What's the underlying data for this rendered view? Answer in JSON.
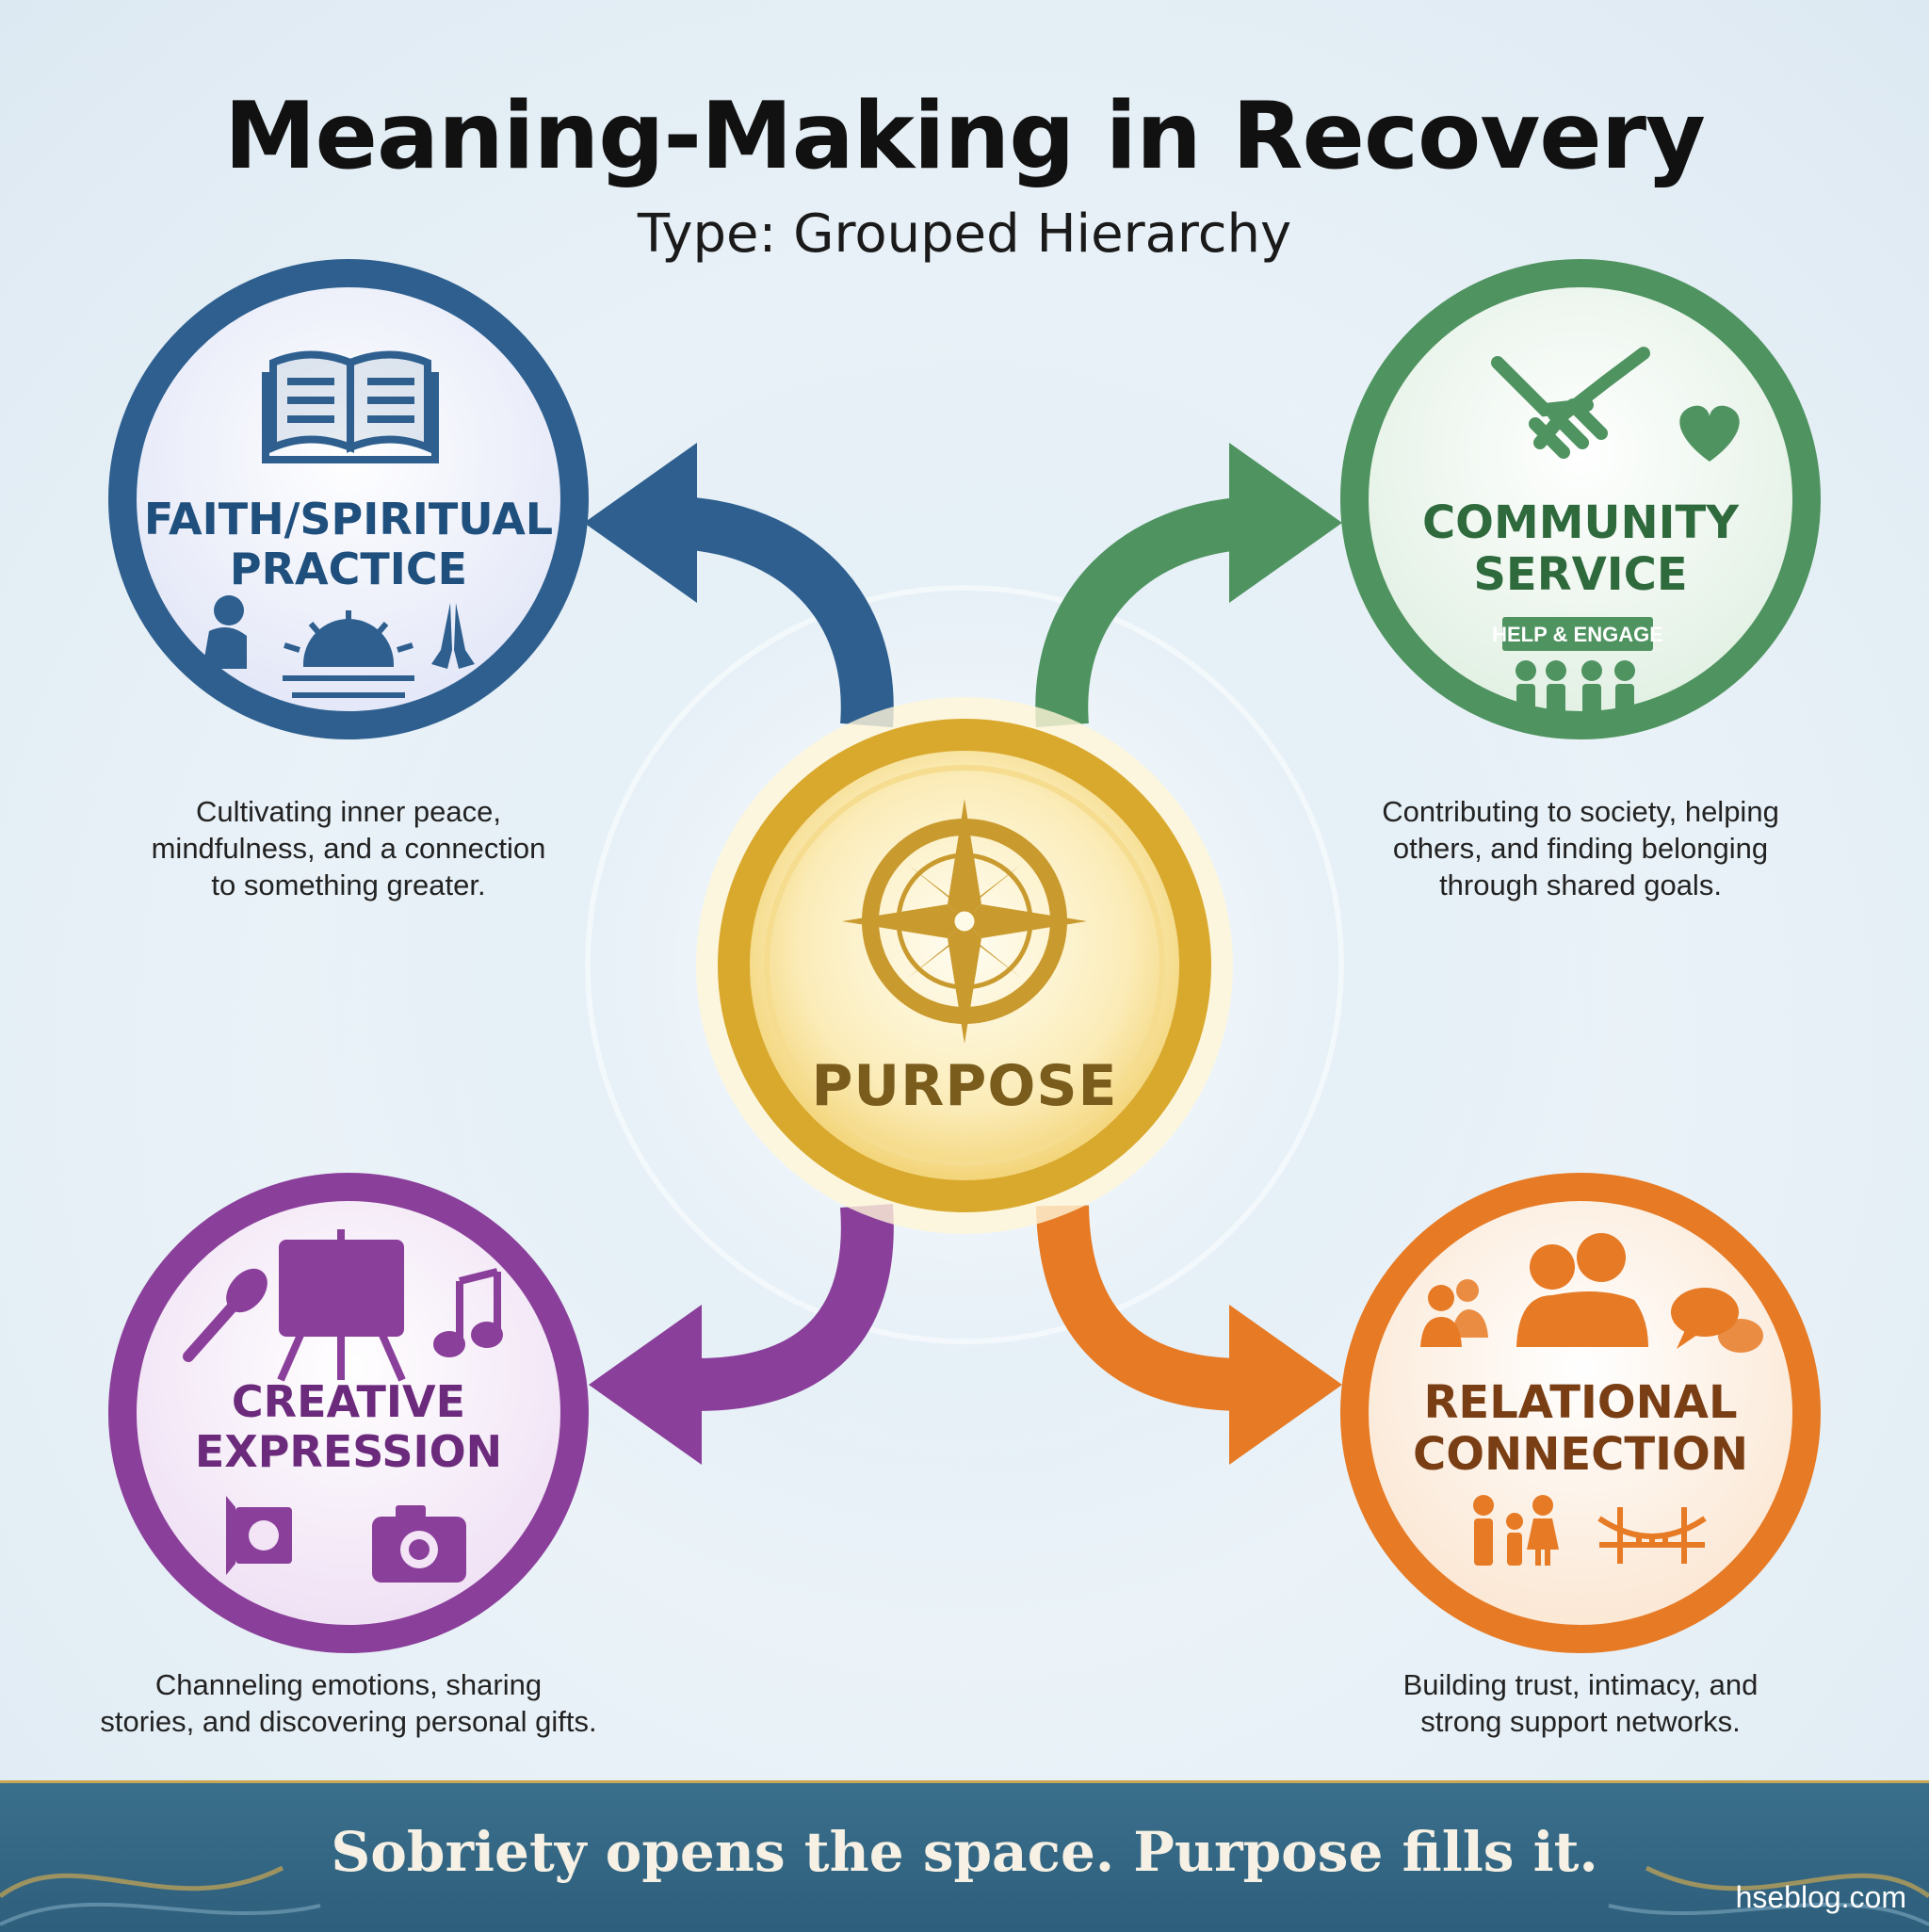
{
  "header": {
    "title": "Meaning-Making in Recovery",
    "subtitle": "Type: Grouped Hierarchy"
  },
  "center": {
    "label": "PURPOSE",
    "icon": "compass-icon",
    "color": "#d9a92e"
  },
  "nodes": {
    "faith": {
      "line1": "FAITH/SPIRITUAL",
      "line2": "PRACTICE",
      "desc_lines": [
        "Cultivating inner peace,",
        "mindfulness, and a connection",
        "to something greater."
      ],
      "color": "#2e5f8f",
      "icons": [
        "book-icon",
        "praying-person-icon",
        "sunrise-icon",
        "praying-hands-icon"
      ]
    },
    "community": {
      "line1": "COMMUNITY",
      "line2": "SERVICE",
      "badge": "HELP & ENGAGE",
      "desc_lines": [
        "Contributing to society, helping",
        "others, and finding belonging",
        "through shared goals."
      ],
      "color": "#4f9360",
      "icons": [
        "handshake-icon",
        "heart-icon",
        "people-group-icon"
      ]
    },
    "creative": {
      "line1": "CREATIVE",
      "line2": "EXPRESSION",
      "desc_lines": [
        "Channeling emotions, sharing",
        "stories, and discovering personal gifts."
      ],
      "color": "#8a3f9a",
      "icons": [
        "paintbrush-icon",
        "easel-icon",
        "music-note-icon",
        "spotlight-icon",
        "camera-icon"
      ]
    },
    "relational": {
      "line1": "RELATIONAL",
      "line2": "CONNECTION",
      "desc_lines": [
        "Building trust, intimacy, and",
        "strong support networks."
      ],
      "color": "#e67a25",
      "icons": [
        "two-people-icon",
        "embrace-icon",
        "chat-bubbles-icon",
        "family-icon",
        "bridge-icon"
      ]
    }
  },
  "footer": {
    "tagline": "Sobriety opens the space. Purpose fills it.",
    "watermark": "hseblog.com"
  }
}
